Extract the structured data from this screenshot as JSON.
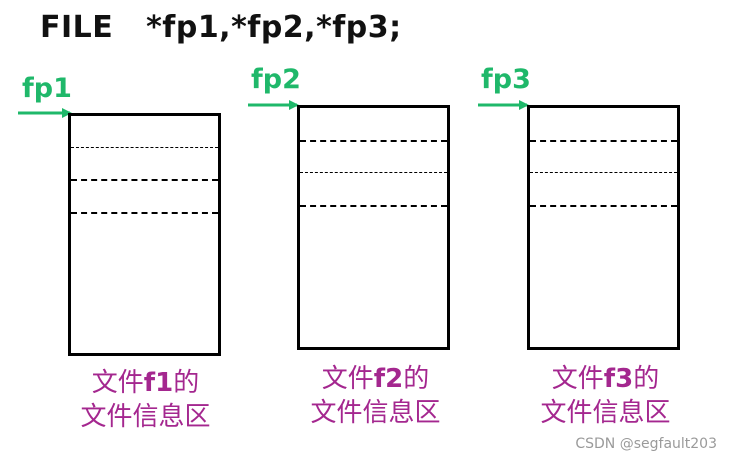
{
  "declaration": "FILE   *fp1,*fp2,*fp3;",
  "colors": {
    "pointer": "#1fb86a",
    "caption": "#a4278f",
    "box_border": "#000000"
  },
  "files": [
    {
      "pointer_label": "fp1",
      "caption_prefix": "文件",
      "caption_name": "f1",
      "caption_suffix": "的",
      "caption_line2": "文件信息区"
    },
    {
      "pointer_label": "fp2",
      "caption_prefix": "文件",
      "caption_name": "f2",
      "caption_suffix": "的",
      "caption_line2": "文件信息区"
    },
    {
      "pointer_label": "fp3",
      "caption_prefix": "文件",
      "caption_name": "f3",
      "caption_suffix": "的",
      "caption_line2": "文件信息区"
    }
  ],
  "watermark": "CSDN @segfault203"
}
